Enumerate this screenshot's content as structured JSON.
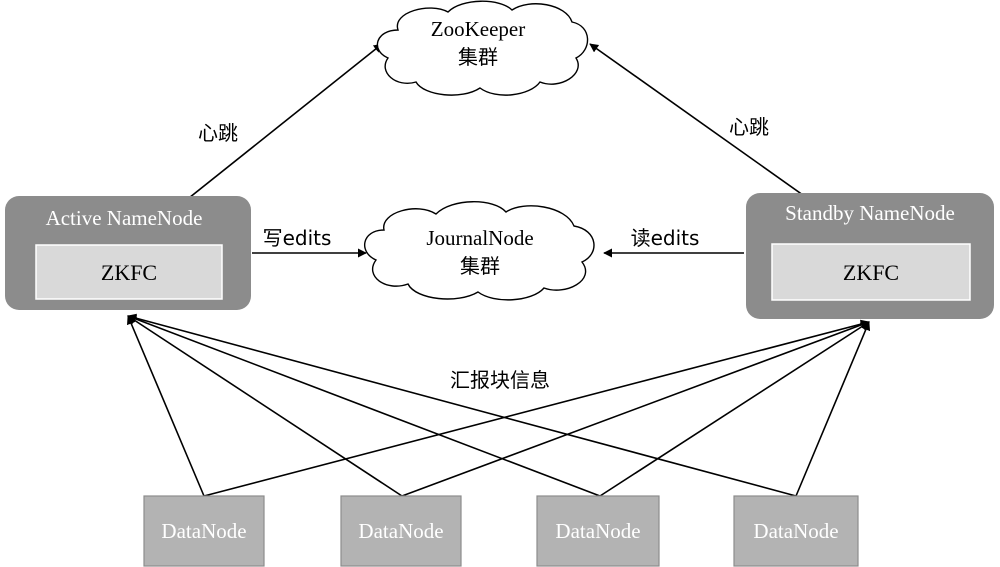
{
  "zookeeper": {
    "title": "ZooKeeper",
    "subtitle": "集群"
  },
  "journalnode": {
    "title": "JournalNode",
    "subtitle": "集群"
  },
  "active": {
    "title": "Active NameNode",
    "inner": "ZKFC"
  },
  "standby": {
    "title": "Standby NameNode",
    "inner": "ZKFC"
  },
  "labels": {
    "heartbeat_left": "心跳",
    "heartbeat_right": "心跳",
    "write_edits": "写edits",
    "read_edits": "读edits",
    "report_blocks": "汇报块信息"
  },
  "datanodes": [
    "DataNode",
    "DataNode",
    "DataNode",
    "DataNode"
  ],
  "colors": {
    "namenode_fill": "#8c8c8c",
    "zkfc_fill": "#d9d9d9",
    "datanode_fill": "#b3b3b3",
    "line": "#000000"
  }
}
